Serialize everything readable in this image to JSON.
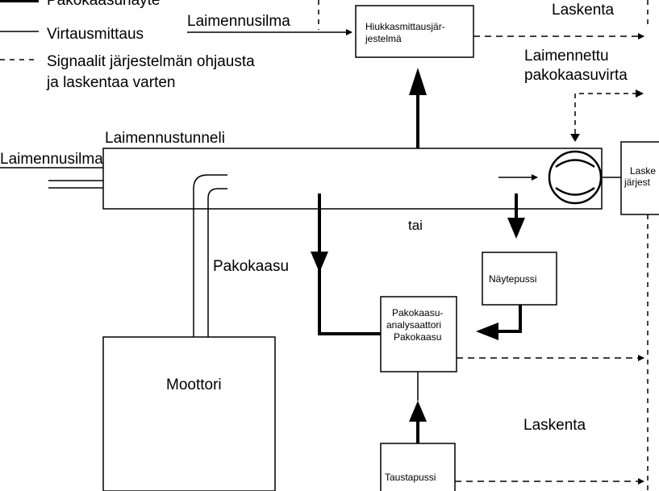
{
  "legend": {
    "sample_line": "Pakokaasunäyte",
    "flow_line": "Virtausmittaus",
    "signal_line_1": "Signaalit järjestelmän ohjausta",
    "signal_line_2": "ja laskentaa varten"
  },
  "labels": {
    "dilution_air_top": "Laimennusilma",
    "dilution_air_left": "Laimennusilma",
    "tunnel": "Laimennustunneli",
    "calc_top": "Laskenta",
    "diluted_flow_1": "Laimennettu",
    "diluted_flow_2": "pakokaasuvirta",
    "or": "tai",
    "exhaust": "Pakokaasu",
    "calc_bottom": "Laskenta"
  },
  "boxes": {
    "particle_1": "Hiukkasmittausjär-",
    "particle_2": "jestelmä",
    "calc_system_1": "Laske",
    "calc_system_2": "järjest",
    "sample_bag": "Näytepussi",
    "analyzer_1": "Pakokaasu-",
    "analyzer_2": "analysaattori",
    "analyzer_3": "Pakokaasu",
    "engine": "Moottori",
    "background_bag": "Taustapussi"
  }
}
